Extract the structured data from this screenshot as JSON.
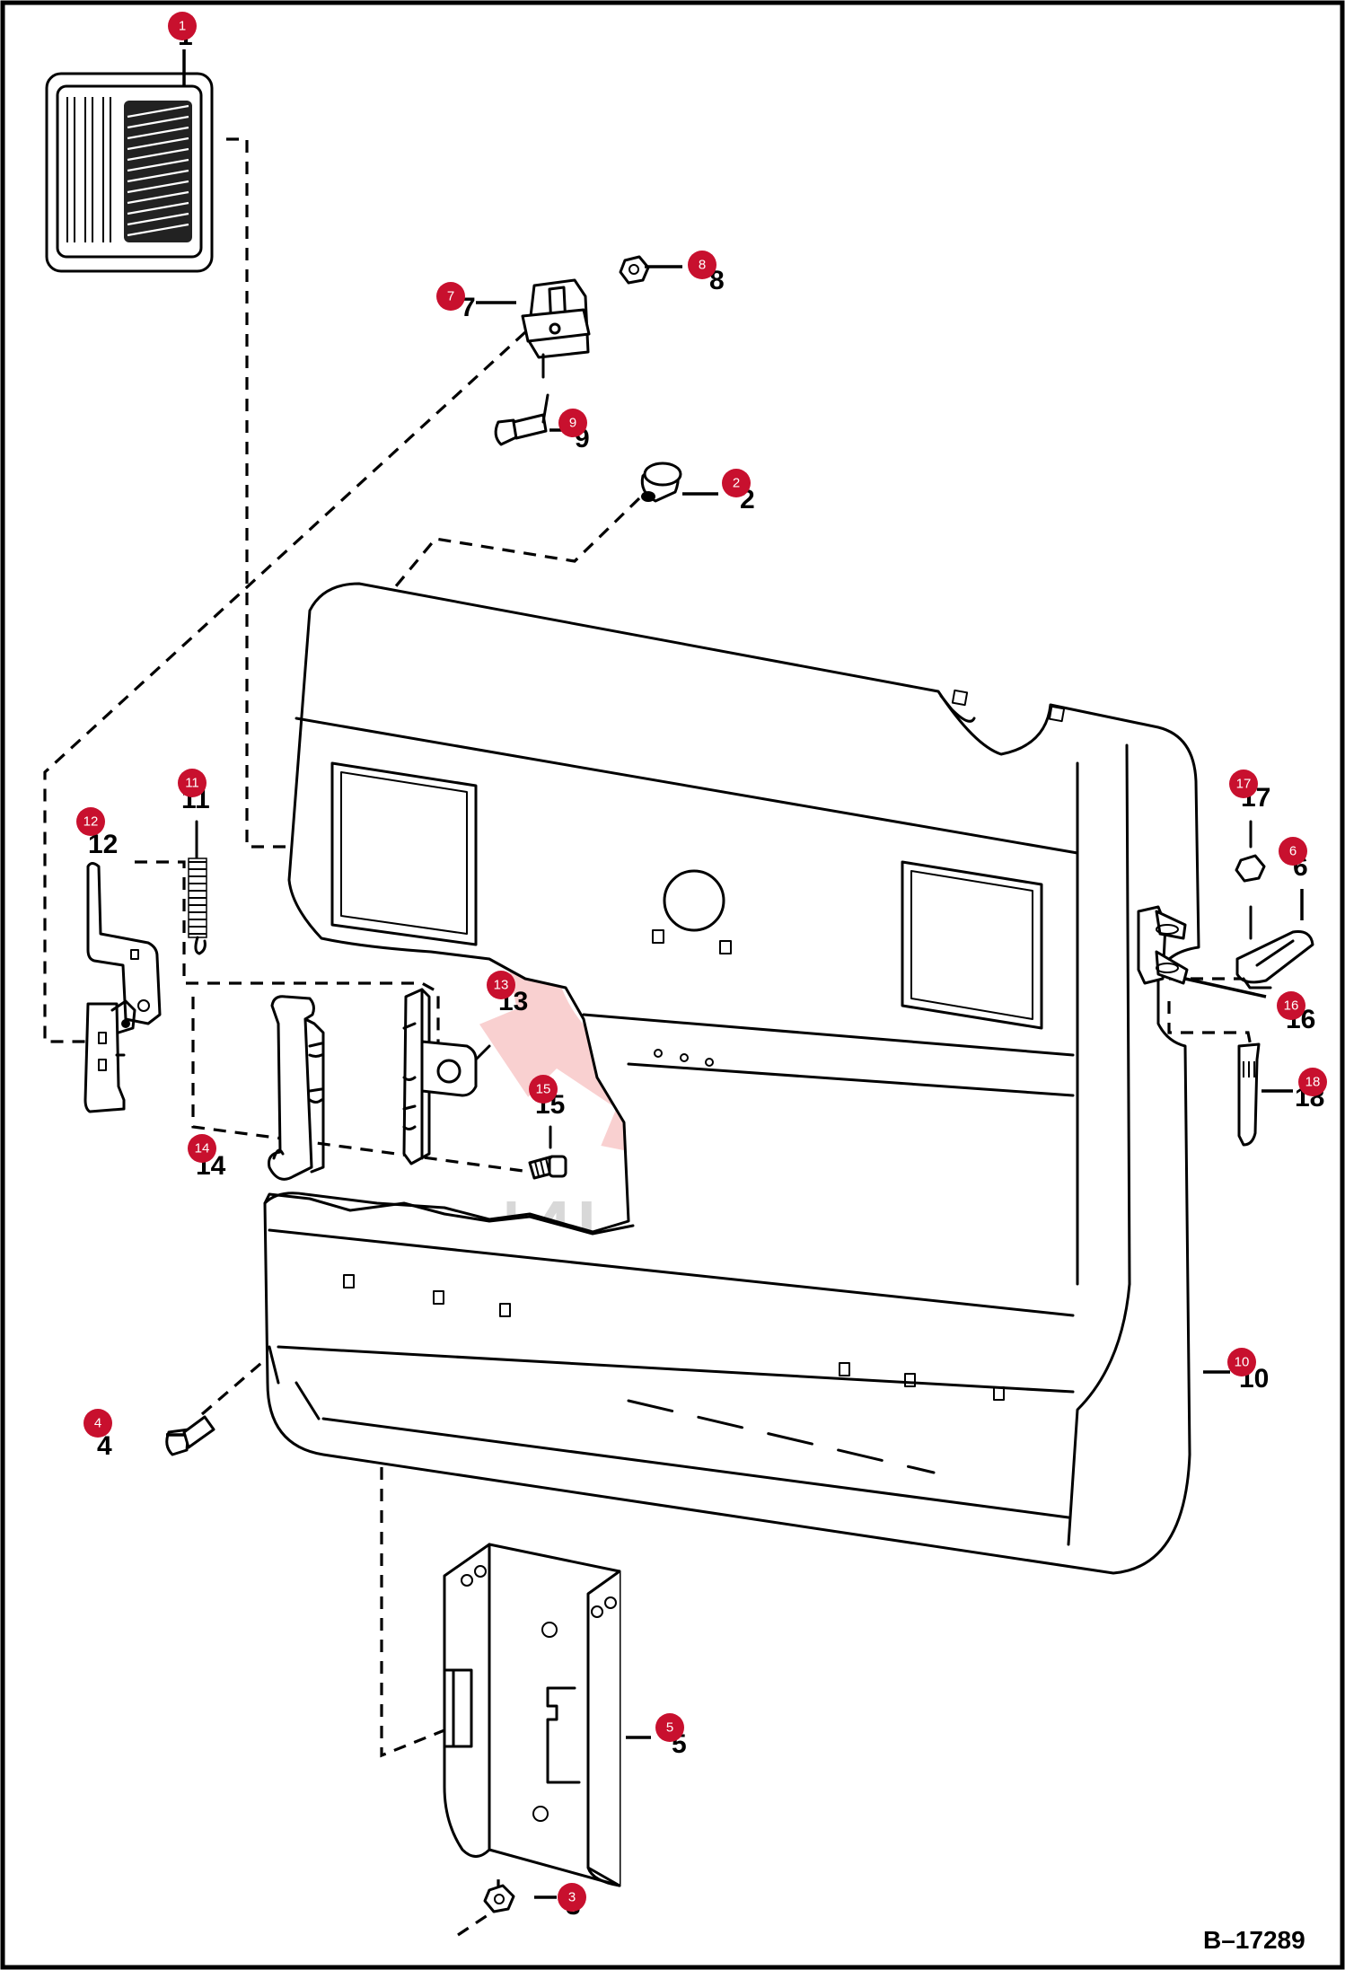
{
  "drawing_id": "B–17289",
  "watermark": {
    "text": "ИНТЕХ",
    "color": "#f2a0a0"
  },
  "colors": {
    "marker": "#c8102e",
    "marker_text": "#ffffff",
    "line": "#000000"
  },
  "markers": [
    {
      "id": "1",
      "label": "1"
    },
    {
      "id": "2",
      "label": "2"
    },
    {
      "id": "3",
      "label": "3"
    },
    {
      "id": "4",
      "label": "4"
    },
    {
      "id": "5",
      "label": "5"
    },
    {
      "id": "6",
      "label": "6"
    },
    {
      "id": "7",
      "label": "7"
    },
    {
      "id": "8",
      "label": "8"
    },
    {
      "id": "9",
      "label": "9"
    },
    {
      "id": "10",
      "label": "10"
    },
    {
      "id": "11",
      "label": "11"
    },
    {
      "id": "12",
      "label": "12"
    },
    {
      "id": "13",
      "label": "13"
    },
    {
      "id": "14",
      "label": "14"
    },
    {
      "id": "15",
      "label": "15"
    },
    {
      "id": "16",
      "label": "16"
    },
    {
      "id": "17",
      "label": "17"
    },
    {
      "id": "18",
      "label": "18"
    }
  ]
}
